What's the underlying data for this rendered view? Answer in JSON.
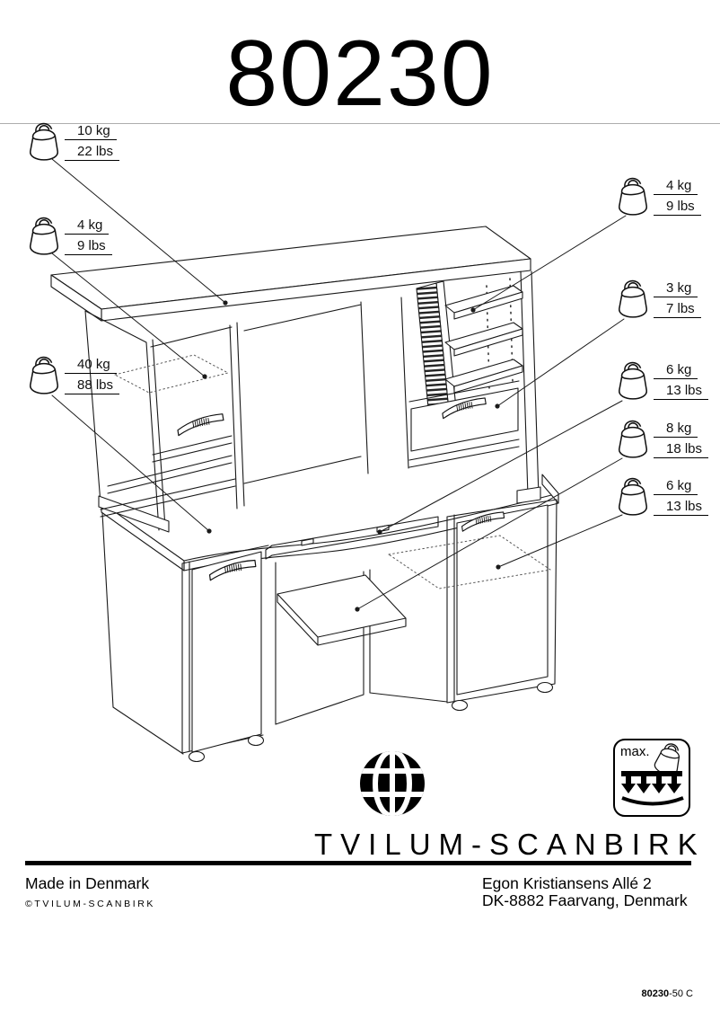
{
  "page": {
    "title": "80230"
  },
  "weights": {
    "left": [
      {
        "kg": "10 kg",
        "lbs": "22 lbs"
      },
      {
        "kg": "4 kg",
        "lbs": "9 lbs"
      },
      {
        "kg": "40 kg",
        "lbs": "88 lbs"
      }
    ],
    "right": [
      {
        "kg": "4 kg",
        "lbs": "9 lbs"
      },
      {
        "kg": "3 kg",
        "lbs": "7 lbs"
      },
      {
        "kg": "6 kg",
        "lbs": "13 lbs"
      },
      {
        "kg": "8 kg",
        "lbs": "18 lbs"
      },
      {
        "kg": "6 kg",
        "lbs": "13 lbs"
      }
    ]
  },
  "brand": {
    "name": "TVILUM-SCANBIRK",
    "max_label": "max."
  },
  "footer": {
    "made_in": "Made in Denmark",
    "copyright": "©TVILUM-SCANBIRK",
    "address_line1": "Egon Kristiansens Allé 2",
    "address_line2": "DK-8882 Faarvang, Denmark",
    "doc_number_bold": "80230",
    "doc_number_rest": "-50 C"
  },
  "icons": [
    "weight-icon",
    "globe-logo",
    "max-load-icon"
  ],
  "colors": {
    "ink": "#111111",
    "line": "#1a1a1a",
    "rule_gray": "#adadad"
  }
}
